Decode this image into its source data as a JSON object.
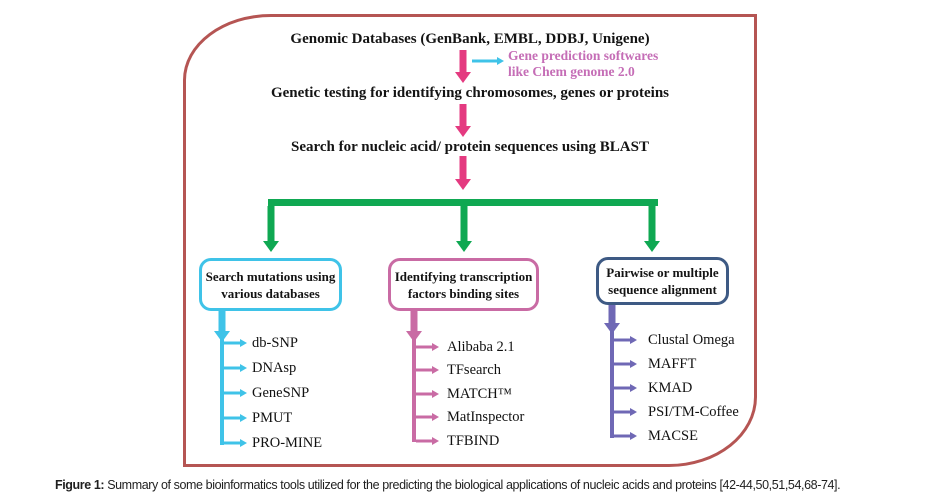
{
  "figure": {
    "steps": [
      "Genomic Databases (GenBank, EMBL, DDBJ, Unigene)",
      "Genetic testing for identifying chromosomes, genes or proteins",
      "Search for nucleic acid/ protein sequences using BLAST"
    ],
    "side_note": {
      "line1": "Gene prediction softwares",
      "line2": "like Chem genome 2.0"
    },
    "branches": [
      {
        "title_line1": "Search mutations using",
        "title_line2": "various databases",
        "accent_color": "#3fc3e8",
        "tools": [
          "db-SNP",
          "DNAsp",
          "GeneSNP",
          "PMUT",
          "PRO-MINE"
        ]
      },
      {
        "title_line1": "Identifying transcription",
        "title_line2": "factors binding sites",
        "accent_color": "#c96ba4",
        "tools": [
          "Alibaba 2.1",
          "TFsearch",
          "MATCH™",
          "MatInspector",
          "TFBIND"
        ]
      },
      {
        "title_line1": "Pairwise or multiple",
        "title_line2": "sequence alignment",
        "border_color": "#3e5a84",
        "accent_color": "#6f68b5",
        "tools": [
          "Clustal Omega",
          "MAFFT",
          "KMAD",
          "PSI/TM-Coffee",
          "MACSE"
        ]
      }
    ],
    "colors": {
      "frame_border": "#b55553",
      "flow_arrow_pink": "#e43a80",
      "side_arrow_cyan": "#3fc3e8",
      "side_note_text": "#c56db6",
      "distribution_green": "#0fa852"
    }
  },
  "caption": {
    "label": "Figure 1:",
    "text": "Summary of some bioinformatics tools utilized for the predicting the biological applications of nucleic acids and proteins [42-44,50,51,54,68-74]."
  }
}
